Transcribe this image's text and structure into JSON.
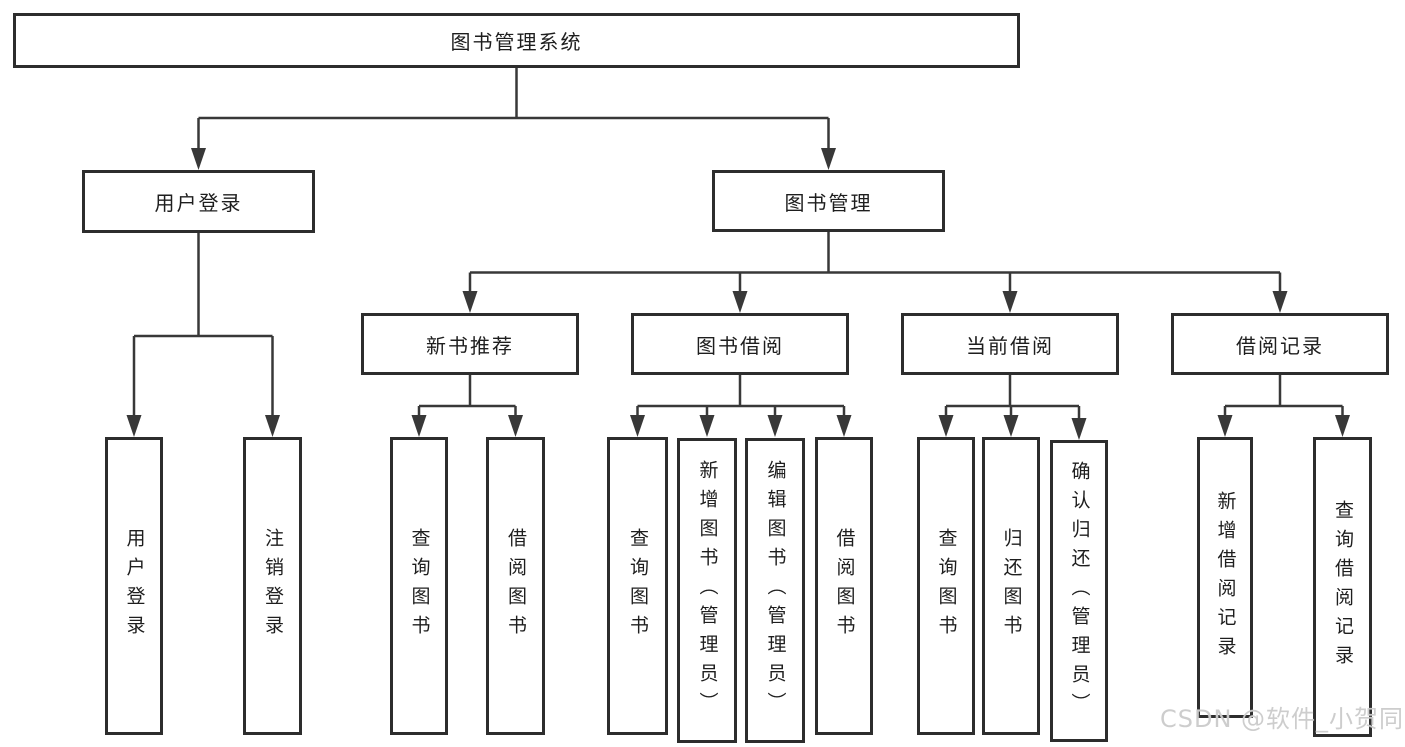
{
  "tree": {
    "root": {
      "label": "图书管理系统"
    },
    "user_login": {
      "label": "用户登录",
      "children": [
        {
          "label": "用户登录"
        },
        {
          "label": "注销登录"
        }
      ]
    },
    "book_management": {
      "label": "图书管理",
      "children": [
        {
          "label": "新书推荐",
          "children": [
            {
              "label": "查询图书"
            },
            {
              "label": "借阅图书"
            }
          ]
        },
        {
          "label": "图书借阅",
          "children": [
            {
              "label": "查询图书"
            },
            {
              "label": "新增图书（管理员）"
            },
            {
              "label": "编辑图书（管理员）"
            },
            {
              "label": "借阅图书"
            }
          ]
        },
        {
          "label": "当前借阅",
          "children": [
            {
              "label": "查询图书"
            },
            {
              "label": "归还图书"
            },
            {
              "label": "确认归还（管理员）"
            }
          ]
        },
        {
          "label": "借阅记录",
          "children": [
            {
              "label": "新增借阅记录"
            },
            {
              "label": "查询借阅记录"
            }
          ]
        }
      ]
    }
  },
  "watermark": {
    "text": "CSDN @软件_小贺同学",
    "color": "#c9c9c9"
  },
  "colors": {
    "line": "#383838",
    "box_border": "#2d2d2d",
    "box_fill": "#ffffff",
    "text": "#1e1e1e",
    "background": "#ffffff"
  }
}
